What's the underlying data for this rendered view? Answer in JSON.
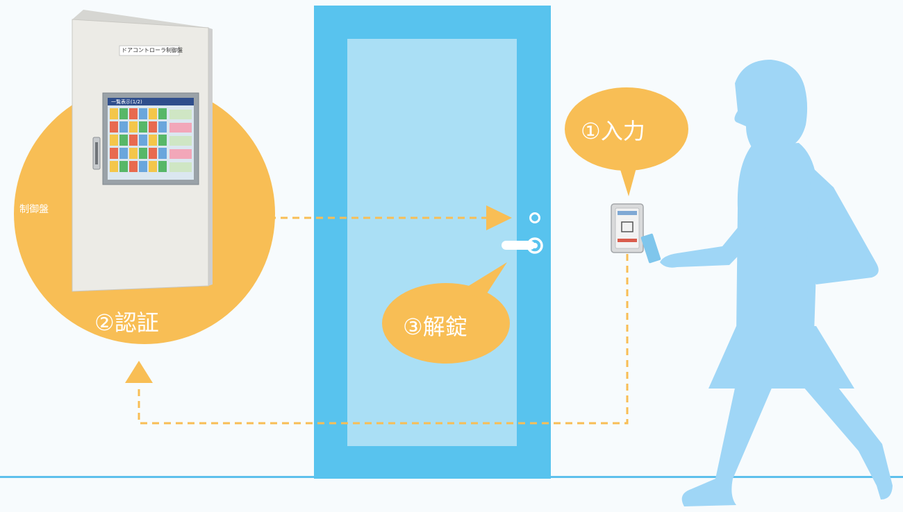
{
  "labels": {
    "control_panel": "制御盤",
    "step1_input": "①入力",
    "step2_auth": "②認証",
    "step3_unlock": "③解錠",
    "cabinet_plate": "ドアコントローラ制御盤",
    "screen_title": "一覧表示(1/2)"
  },
  "colors": {
    "background": "#f7fbfd",
    "door_frame": "#58c3ee",
    "door_glass": "#aadff5",
    "bubble": "#f8be55",
    "person": "#9fd6f6",
    "floor": "#5ec0ec",
    "arrow": "#f8be55"
  }
}
